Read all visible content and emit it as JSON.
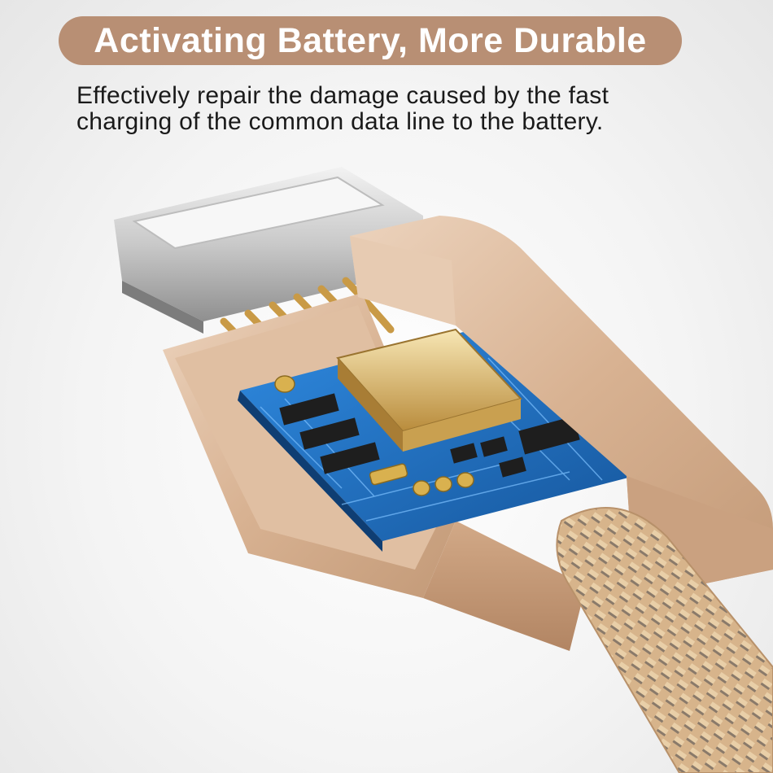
{
  "header": {
    "title": "Activating Battery, More Durable"
  },
  "description": {
    "line1": "Effectively repair the damage caused by the fast",
    "line2": "charging of the common data line to the battery."
  },
  "colors": {
    "title_pill": "#b88f74",
    "title_text": "#ffffff",
    "body_text": "#1a1a1a",
    "shell_gold": "#d9b596",
    "pcb_blue": "#1f6fc4"
  }
}
